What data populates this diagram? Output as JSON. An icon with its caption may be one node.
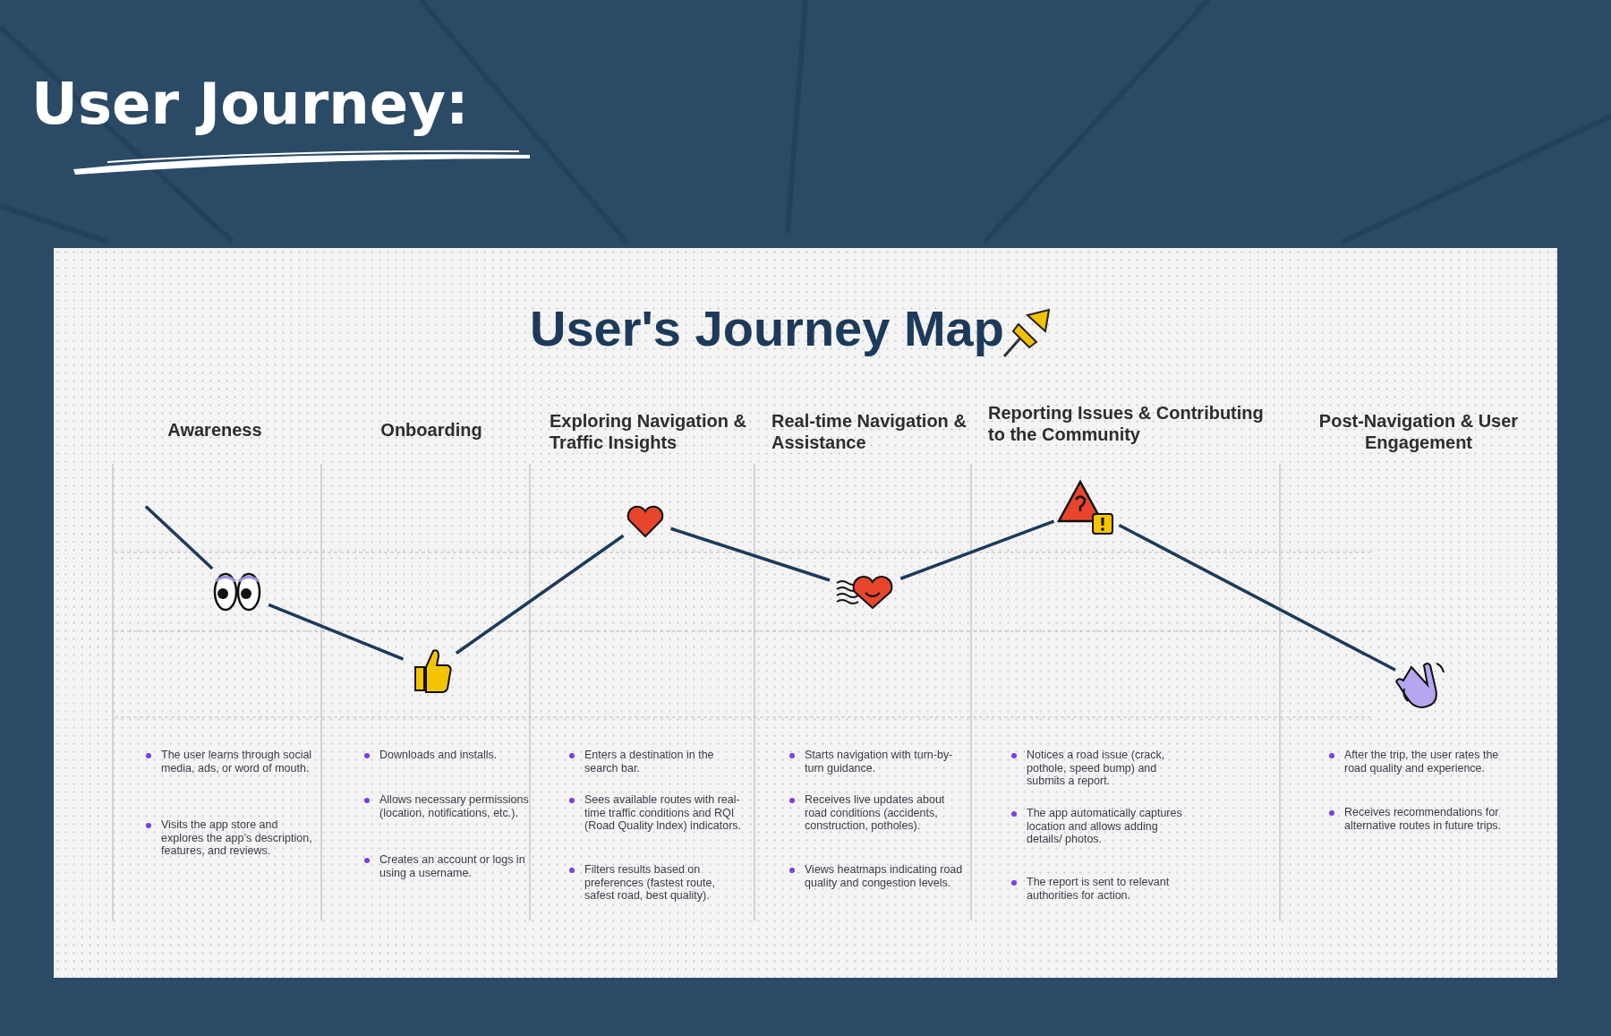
{
  "diagram": {
    "title": "User Journey:",
    "nodes": [
      {
        "text": [],
        "shape": "picture"
      },
      {
        "text": [],
        "shape": "picture"
      },
      {
        "text": [],
        "shape": "picture"
      },
      {
        "text": [],
        "shape": "picture"
      },
      {
        "text": [],
        "shape": "picture"
      },
      {
        "text": [],
        "shape": "picture"
      }
    ],
    "edges": [
      {
        "from": null,
        "to": 0,
        "arrow": "none"
      },
      {
        "from": 0,
        "to": 1,
        "arrow": "none"
      },
      {
        "from": 1,
        "to": 2,
        "arrow": "none"
      },
      {
        "from": 2,
        "to": 3,
        "arrow": "none"
      },
      {
        "from": 3,
        "to": 4,
        "arrow": "none"
      },
      {
        "from": 4,
        "to": 5,
        "arrow": "none"
      }
    ],
    "labels": [
      "User's Journey Map",
      "Awareness",
      "Onboarding",
      "Exploring Navigation & Traffic Insights",
      "Real-time Navigation & Assistance",
      "Reporting Issues & Contributing to the Community",
      "Post-Navigation & User Engagement",
      "The user learns through social media, ads, or word of mouth.",
      "Visits the app store and explores the app’s description, features, and reviews.",
      "Downloads and installs.",
      "Allows necessary permissions (location, notifications, etc.).",
      "Creates an account or logs in using a username.",
      "Enters a destination in the search bar.",
      "Sees available routes with real-time traffic conditions and RQI (Road Quality Index) indicators.",
      "Filters results based on preferences (fastest route, safest road, best quality).",
      "Starts navigation with turn-by-turn guidance.",
      "Receives live updates about road conditions (accidents, construction, potholes).",
      "Views heatmaps indicating road quality and congestion levels.",
      "Notices a road issue (crack, pothole, speed bump) and submits a report.",
      "The app automatically captures location and allows adding details/ photos.",
      "The report is sent to relevant authorities for action.",
      "After the trip, the user rates the road quality and experience.",
      "Receives recommendations for alternative routes in future trips."
    ]
  }
}
